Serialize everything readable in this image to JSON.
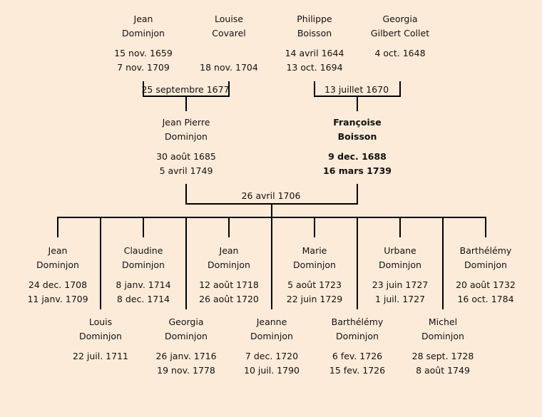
{
  "grandparents": [
    {
      "first": "Jean",
      "last": "Dominjon",
      "birth": "15 nov. 1659",
      "death": "7 nov. 1709"
    },
    {
      "first": "Louise",
      "last": "Covarel",
      "birth": "",
      "death": "18 nov. 1704"
    },
    {
      "first": "Philippe",
      "last": "Boisson",
      "birth": "14 avril 1644",
      "death": "13 oct. 1694"
    },
    {
      "first": "Georgia",
      "last": "Gilbert Collet",
      "birth": "4 oct. 1648",
      "death": ""
    }
  ],
  "marriages": {
    "paternal": "25 septembre 1677",
    "maternal": "13 juillet 1670",
    "parents": "26 avril 1706"
  },
  "parents": [
    {
      "first": "Jean Pierre",
      "last": "Dominjon",
      "birth": "30 août 1685",
      "death": "5 avril 1749"
    },
    {
      "first": "Françoise",
      "last": "Boisson",
      "birth": "9 dec. 1688",
      "death": "16 mars 1739",
      "highlighted": true
    }
  ],
  "children": [
    {
      "first": "Jean",
      "last": "Dominjon",
      "birth": "24 dec. 1708",
      "death": "11 janv. 1709"
    },
    {
      "first": "Louis",
      "last": "Dominjon",
      "birth": "22 juil. 1711",
      "death": ""
    },
    {
      "first": "Claudine",
      "last": "Dominjon",
      "birth": "8 janv. 1714",
      "death": "8 dec. 1714"
    },
    {
      "first": "Georgia",
      "last": "Dominjon",
      "birth": "26 janv. 1716",
      "death": "19 nov. 1778"
    },
    {
      "first": "Jean",
      "last": "Dominjon",
      "birth": "12 août 1718",
      "death": "26 août 1720"
    },
    {
      "first": "Jeanne",
      "last": "Dominjon",
      "birth": "7 dec. 1720",
      "death": "10 juil. 1790"
    },
    {
      "first": "Marie",
      "last": "Dominjon",
      "birth": "5 août 1723",
      "death": "22 juin 1729"
    },
    {
      "first": "Barthélémy",
      "last": "Dominjon",
      "birth": "6 fev. 1726",
      "death": "15 fev. 1726"
    },
    {
      "first": "Urbane",
      "last": "Dominjon",
      "birth": "23 juin 1727",
      "death": "1 juil. 1727"
    },
    {
      "first": "Michel",
      "last": "Dominjon",
      "birth": "28 sept. 1728",
      "death": "8 août 1749"
    },
    {
      "first": "Barthélémy",
      "last": "Dominjon",
      "birth": "20 août 1732",
      "death": "16 oct. 1784"
    }
  ],
  "colors": {
    "background": "#fdebd9",
    "line": "#000000"
  }
}
